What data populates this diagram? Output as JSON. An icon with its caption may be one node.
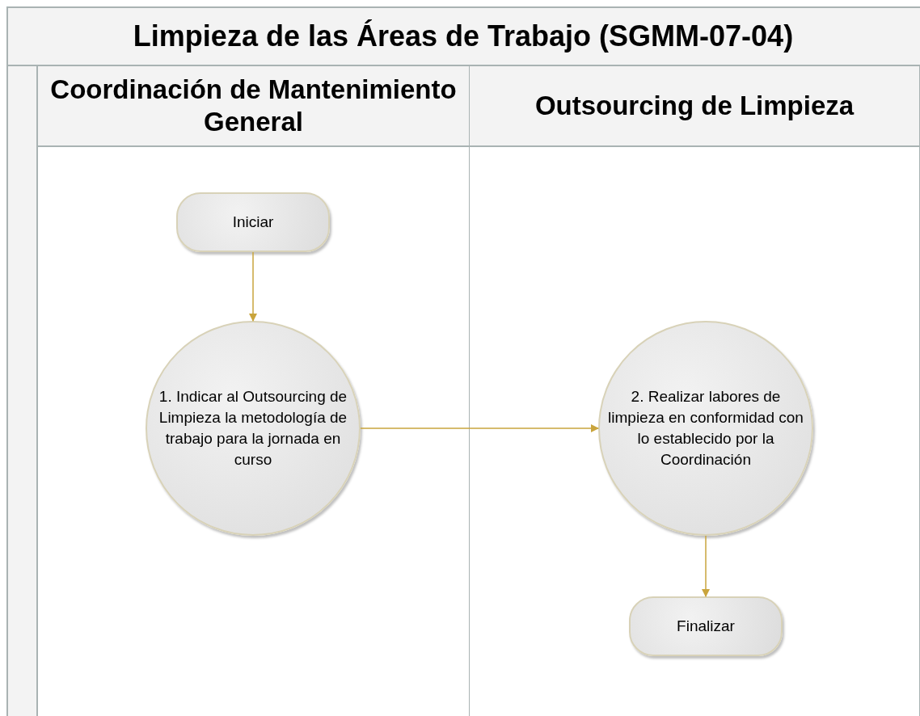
{
  "diagram": {
    "title": "Limpieza de las Áreas de Trabajo (SGMM-07-04)",
    "nodes": [
      {
        "text": [
          "Coordinación de Mantenimiento General"
        ]
      },
      {
        "text": [
          "Outsourcing de Limpieza"
        ]
      },
      {
        "text": [
          "Iniciar"
        ],
        "in": 0
      },
      {
        "text": [
          "1. Indicar al Outsourcing de Limpieza la metodología de trabajo para la jornada en curso"
        ],
        "in": 0
      },
      {
        "text": [
          "2. Realizar labores de limpieza en conformidad con lo establecido por la Coordinación"
        ],
        "in": 1
      },
      {
        "text": [
          "Finalizar"
        ],
        "in": 1
      }
    ],
    "edges": [
      {
        "from": 2,
        "to": 3,
        "arrow": "to"
      },
      {
        "from": 3,
        "to": 4,
        "arrow": "to"
      },
      {
        "from": 4,
        "to": 5,
        "arrow": "to"
      }
    ]
  }
}
